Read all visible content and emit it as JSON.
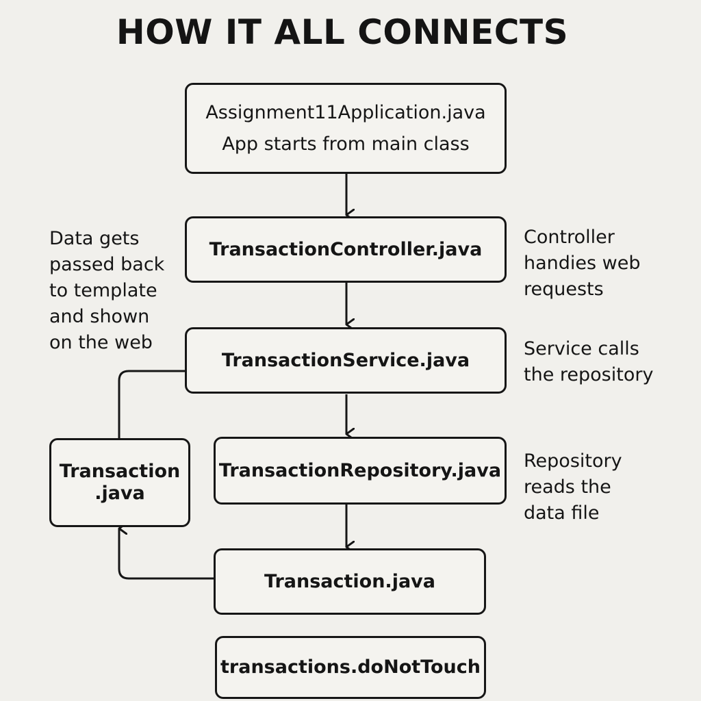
{
  "title": "HOW IT ALL CONNECTS",
  "nodes": {
    "app": {
      "name": "Assignment11Application.java",
      "desc": "App starts from main class"
    },
    "controller": {
      "name": "TransactionController.java"
    },
    "service": {
      "name": "TransactionService.java"
    },
    "repository": {
      "name": "TransactionRepository.java"
    },
    "model_left_line1": "Transaction",
    "model_left_line2": ".java",
    "model": {
      "name": "Transaction.java"
    },
    "datafile": {
      "name": "transactions.doNotTouch"
    }
  },
  "notes": {
    "left": [
      "Data gets",
      "passed back",
      "to template",
      "and shown",
      "on the web"
    ],
    "controller": [
      "Controller",
      "handies web",
      "requests"
    ],
    "service": [
      "Service calls",
      "the repository"
    ],
    "repository": [
      "Repository",
      "reads the",
      "data file"
    ]
  },
  "colors": {
    "background": "#f1f0ec",
    "stroke": "#161616"
  }
}
